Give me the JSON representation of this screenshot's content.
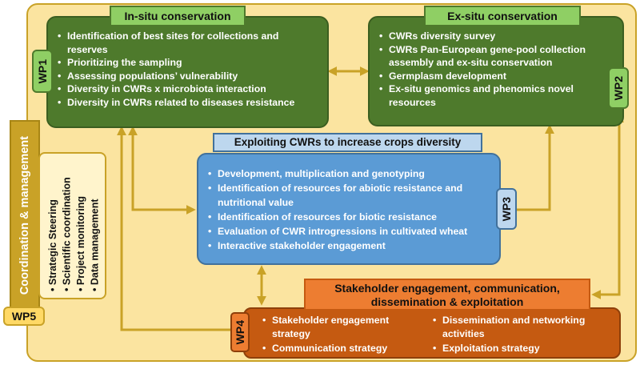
{
  "wp1": {
    "title": "In-situ conservation",
    "tag": "WP1",
    "items": [
      "Identification of best sites for collections and reserves",
      "Prioritizing the sampling",
      "Assessing populations’ vulnerability",
      "Diversity in CWRs x microbiota interaction",
      "Diversity in CWRs related to diseases resistance"
    ]
  },
  "wp2": {
    "title": "Ex-situ conservation",
    "tag": "WP2",
    "items": [
      "CWRs diversity survey",
      "CWRs Pan-European gene-pool collection assembly and ex-situ conservation",
      "Germplasm development",
      "Ex-situ genomics and phenomics novel resources"
    ]
  },
  "wp3": {
    "title": "Exploiting CWRs to increase crops diversity",
    "tag": "WP3",
    "items": [
      "Development, multiplication and genotyping",
      "Identification of resources for abiotic resistance and nutritional value",
      "Identification of resources for biotic resistance",
      "Evaluation of CWR introgressions in cultivated wheat",
      "Interactive stakeholder engagement"
    ]
  },
  "wp4": {
    "title_line1": "Stakeholder engagement, communication,",
    "title_line2": "dissemination & exploitation",
    "tag": "WP4",
    "items_left": [
      "Stakeholder engagement strategy",
      "Communication strategy"
    ],
    "items_right": [
      "Dissemination and networking activities",
      "Exploitation strategy"
    ]
  },
  "wp5": {
    "title": "Coordination & management",
    "tag": "WP5",
    "items": [
      "Strategic Steering",
      "Scientific coordination",
      "Project monitoring",
      "Data management"
    ]
  },
  "colors": {
    "frame_fill": "#fbe4a0",
    "arrow": "#c9a227",
    "wp1_wp2_green": "#4e7a2c",
    "wp3_blue": "#5b9bd5",
    "wp4_orange": "#c55a11",
    "wp5_gold": "#c9a227"
  }
}
